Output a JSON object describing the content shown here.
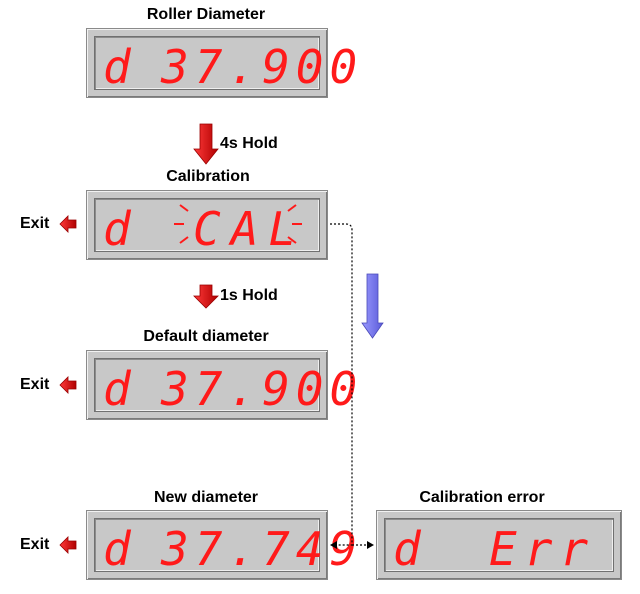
{
  "titles": {
    "roller_diameter": "Roller Diameter",
    "calibration": "Calibration",
    "default_diameter": "Default diameter",
    "new_diameter": "New diameter",
    "calibration_error": "Calibration error"
  },
  "steps": {
    "hold1": "4s Hold",
    "hold2": "1s Hold"
  },
  "exit_label": "Exit",
  "displays": {
    "roller": {
      "prefix": "d",
      "value": "37.900"
    },
    "calibration": {
      "prefix": "d",
      "value": "CAL"
    },
    "default": {
      "prefix": "d",
      "value": "37.900"
    },
    "new": {
      "prefix": "d",
      "value": "37.749"
    },
    "error": {
      "prefix": "d",
      "value": "Err"
    }
  },
  "colors": {
    "segment": "#ff1a1a",
    "panel": "#c8c8c8",
    "hold_arrow": "#e00000",
    "exit_arrow": "#e00000",
    "side_arrow": "#7b7bff"
  }
}
